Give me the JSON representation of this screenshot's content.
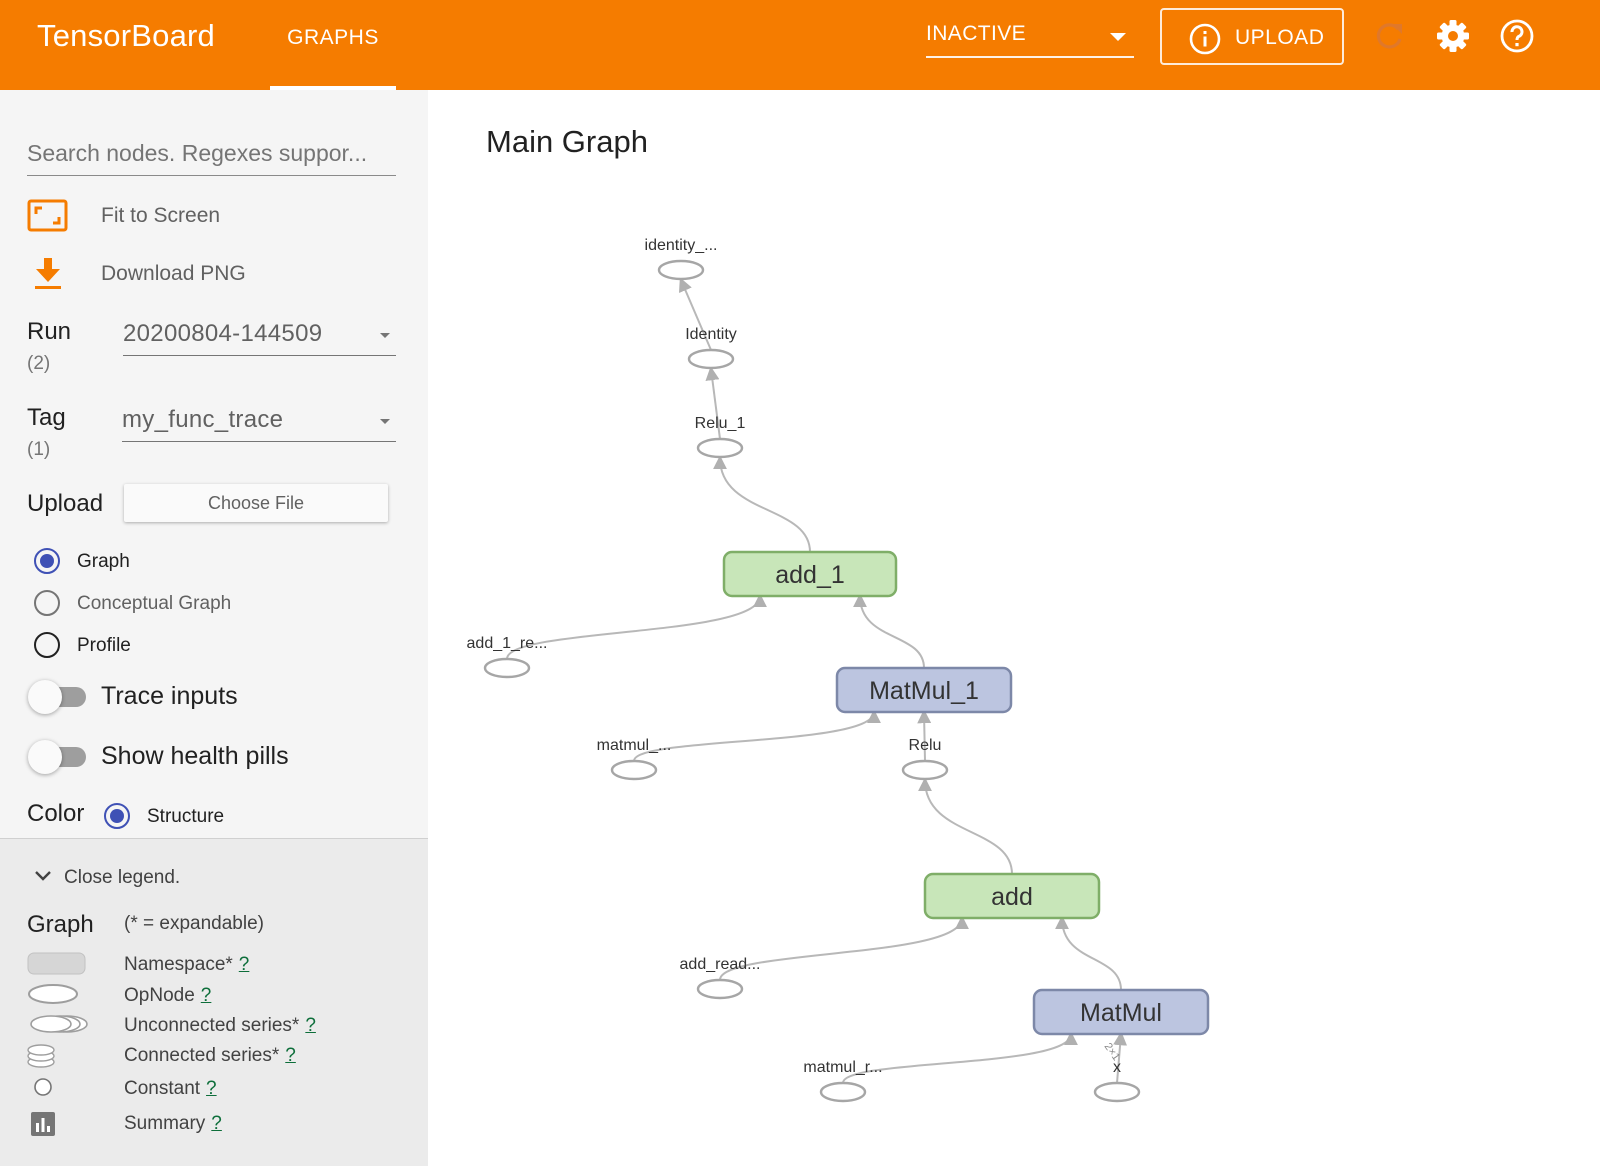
{
  "header": {
    "brand": "TensorBoard",
    "active_tab": "GRAPHS",
    "status_select": "INACTIVE",
    "upload_label": "UPLOAD",
    "background_color": "#f57c00"
  },
  "sidebar": {
    "search_placeholder": "Search nodes. Regexes suppor...",
    "fit_to_screen": "Fit to Screen",
    "download_png": "Download PNG",
    "run": {
      "label": "Run",
      "count": "(2)",
      "value": "20200804-144509"
    },
    "tag": {
      "label": "Tag",
      "count": "(1)",
      "value": "my_func_trace"
    },
    "upload": {
      "label": "Upload",
      "button": "Choose File"
    },
    "graph_types": [
      {
        "label": "Graph",
        "selected": true
      },
      {
        "label": "Conceptual Graph",
        "selected": false
      },
      {
        "label": "Profile",
        "selected": false
      }
    ],
    "trace_inputs": {
      "label": "Trace inputs",
      "on": false
    },
    "health_pills": {
      "label": "Show health pills",
      "on": false
    },
    "color": {
      "label": "Color",
      "option": "Structure",
      "selected": true
    }
  },
  "legend": {
    "toggle_label": "Close legend.",
    "title": "Graph",
    "note": "(* = expandable)",
    "items": [
      {
        "label": "Namespace*",
        "help": "?"
      },
      {
        "label": "OpNode",
        "help": "?"
      },
      {
        "label": "Unconnected series*",
        "help": "?"
      },
      {
        "label": "Connected series*",
        "help": "?"
      },
      {
        "label": "Constant",
        "help": "?"
      },
      {
        "label": "Summary",
        "help": "?"
      }
    ]
  },
  "graph": {
    "title": "Main Graph",
    "colors": {
      "add_fill": "#c8e6b9",
      "add_stroke": "#7fae68",
      "matmul_fill": "#bcc5e0",
      "matmul_stroke": "#7d88a8",
      "edge": "#b8b8b8",
      "opnode": "#a6a6a6"
    },
    "meta_nodes": [
      {
        "id": "add_1",
        "label": "add_1",
        "kind": "add"
      },
      {
        "id": "MatMul_1",
        "label": "MatMul_1",
        "kind": "matmul"
      },
      {
        "id": "add",
        "label": "add",
        "kind": "add"
      },
      {
        "id": "MatMul",
        "label": "MatMul",
        "kind": "matmul"
      }
    ],
    "op_nodes": [
      {
        "id": "identity_",
        "label": "identity_..."
      },
      {
        "id": "Identity",
        "label": "Identity"
      },
      {
        "id": "Relu_1",
        "label": "Relu_1"
      },
      {
        "id": "add_1_re",
        "label": "add_1_re..."
      },
      {
        "id": "matmul_",
        "label": "matmul_..."
      },
      {
        "id": "Relu",
        "label": "Relu"
      },
      {
        "id": "add_read",
        "label": "add_read..."
      },
      {
        "id": "matmul_r",
        "label": "matmul_r..."
      },
      {
        "id": "x",
        "label": "x"
      }
    ],
    "edges": [
      [
        "Identity",
        "identity_"
      ],
      [
        "Relu_1",
        "Identity"
      ],
      [
        "add_1",
        "Relu_1"
      ],
      [
        "add_1_re",
        "add_1"
      ],
      [
        "MatMul_1",
        "add_1"
      ],
      [
        "matmul_",
        "MatMul_1"
      ],
      [
        "Relu",
        "MatMul_1"
      ],
      [
        "add",
        "Relu"
      ],
      [
        "add_read",
        "add"
      ],
      [
        "MatMul",
        "add"
      ],
      [
        "matmul_r",
        "MatMul"
      ],
      [
        "x",
        "MatMul"
      ]
    ],
    "edge_labels": [
      {
        "edge": "x->MatMul",
        "text": "2×1"
      }
    ]
  }
}
